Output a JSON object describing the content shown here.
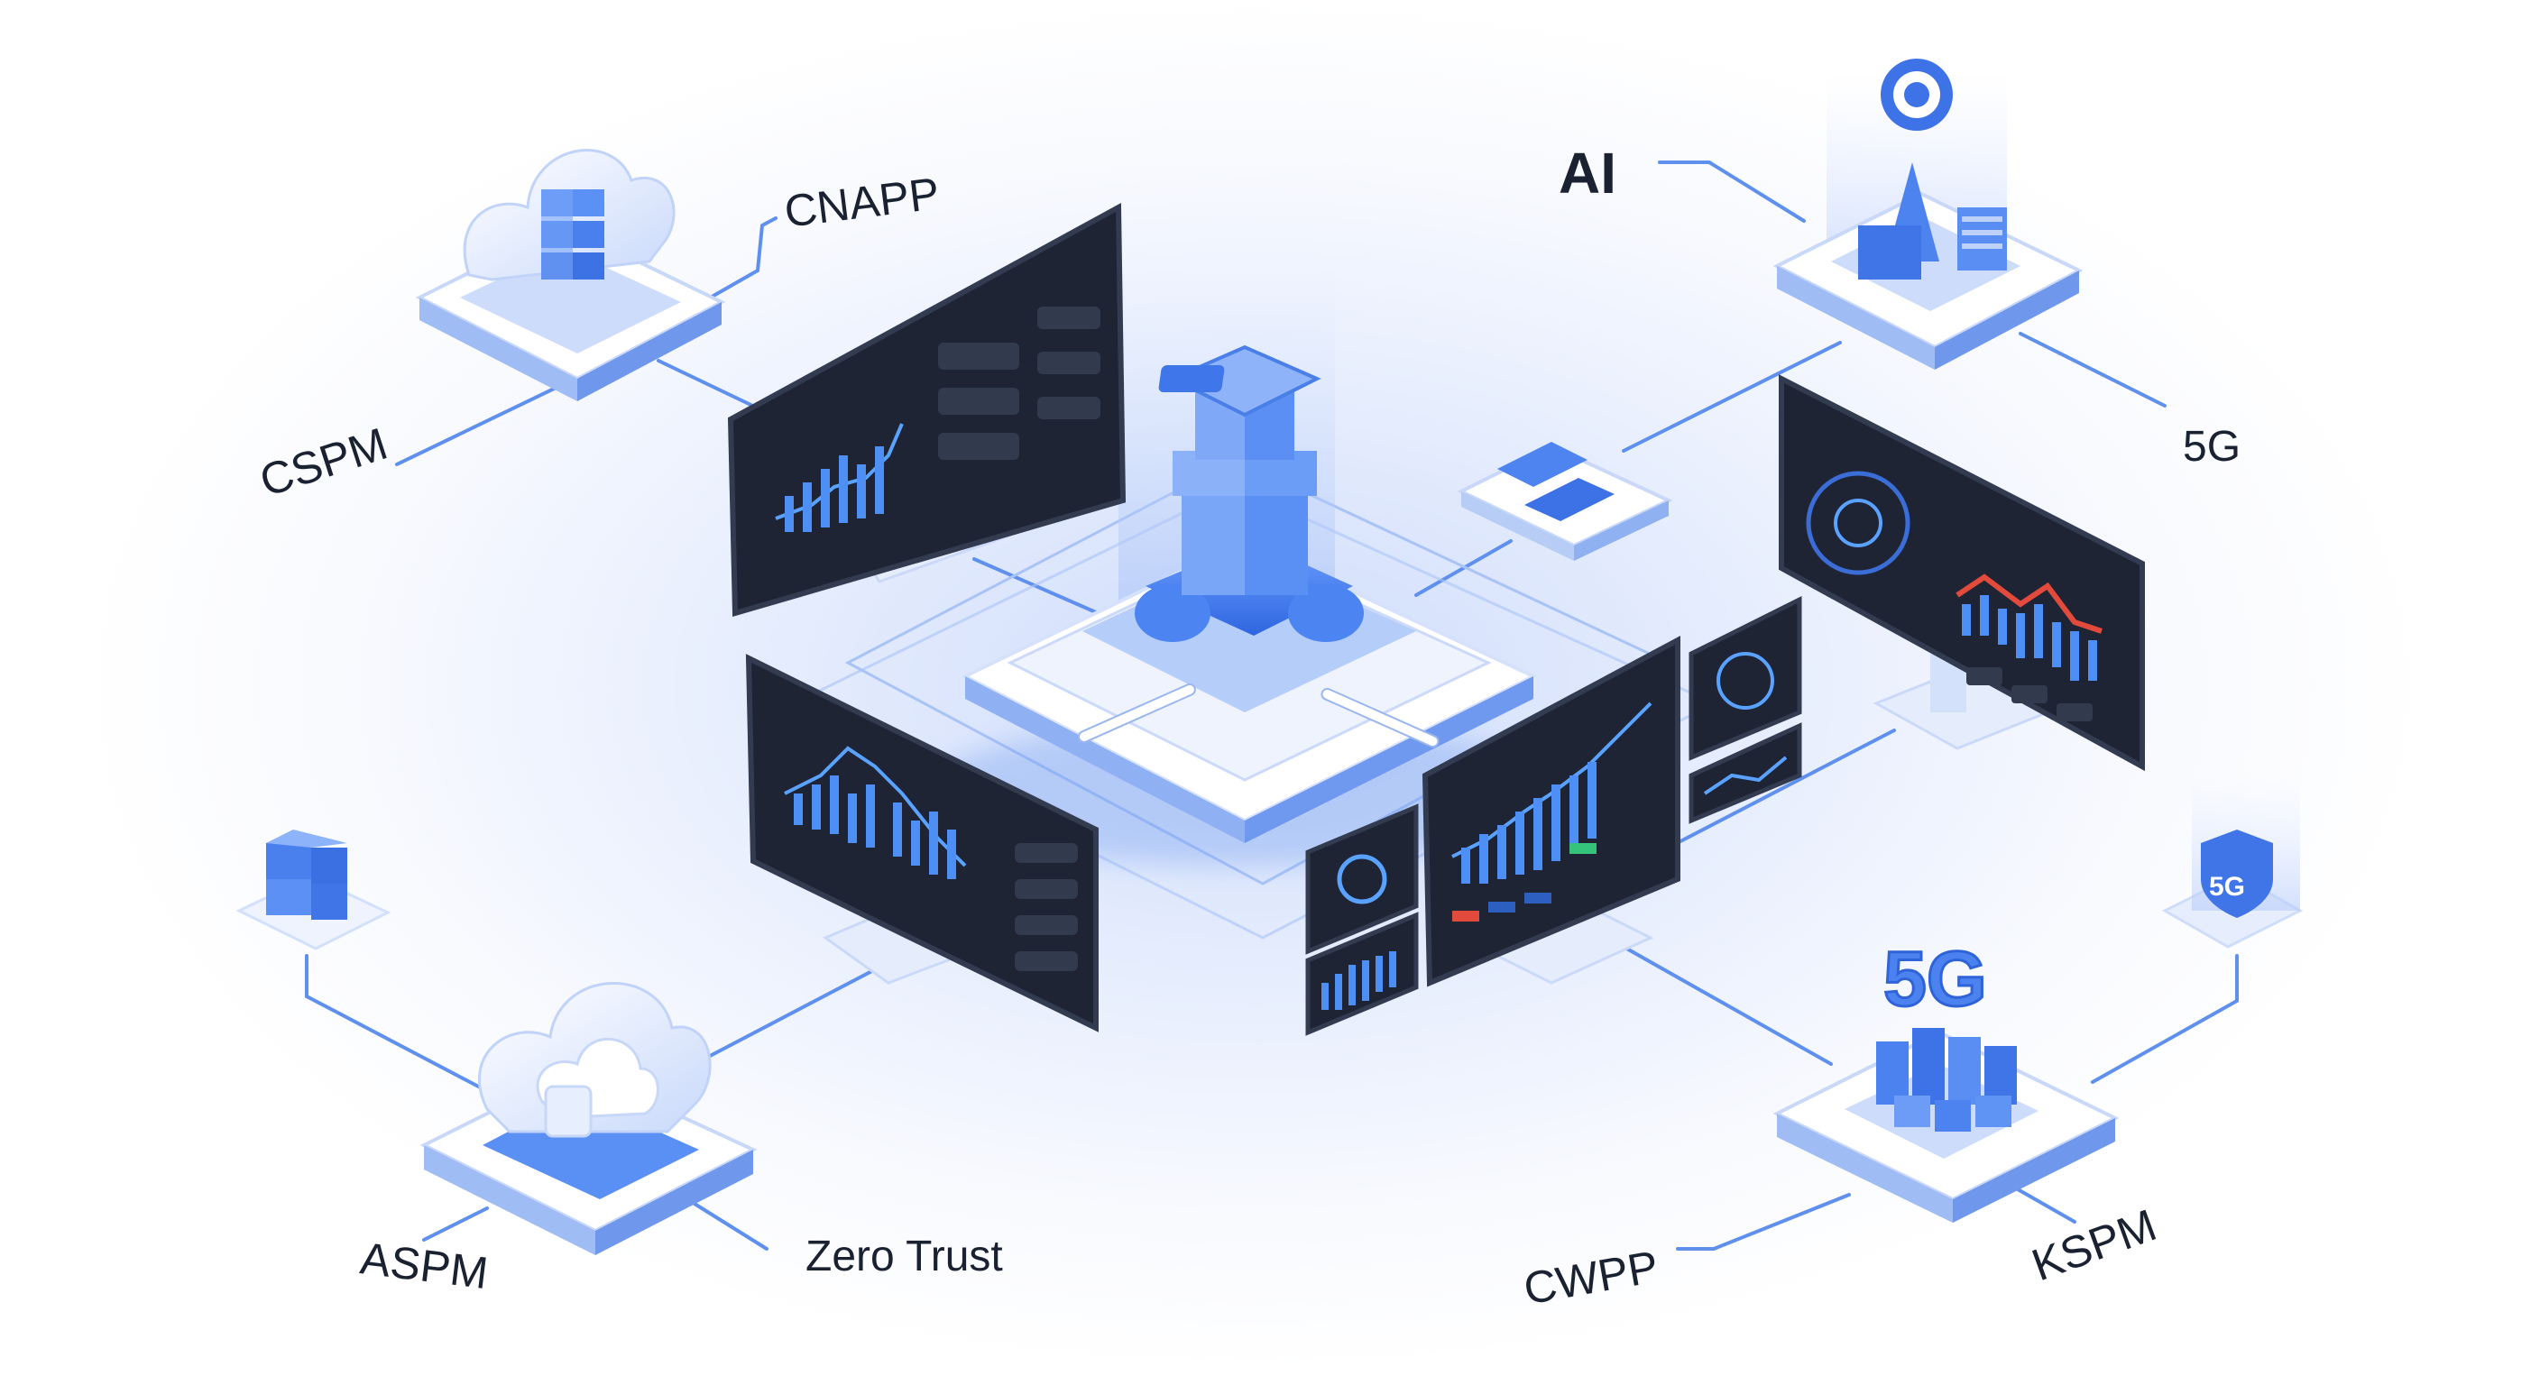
{
  "labels": {
    "cnapp": "CNAPP",
    "cspm": "CSPM",
    "ai": "AI",
    "fiveg_right": "5G",
    "aspm": "ASPM",
    "zero_trust": "Zero Trust",
    "cwpp": "CWPP",
    "kspm": "KSPM",
    "fiveg_block": "5G",
    "fiveg_shield": "5G"
  },
  "colors": {
    "accent": "#3f7cf0",
    "accent_dark": "#2456c9",
    "panel": "#1e2434",
    "panel_line": "#5aa2ff",
    "alert": "#e24a3b",
    "ok": "#35c27a"
  }
}
